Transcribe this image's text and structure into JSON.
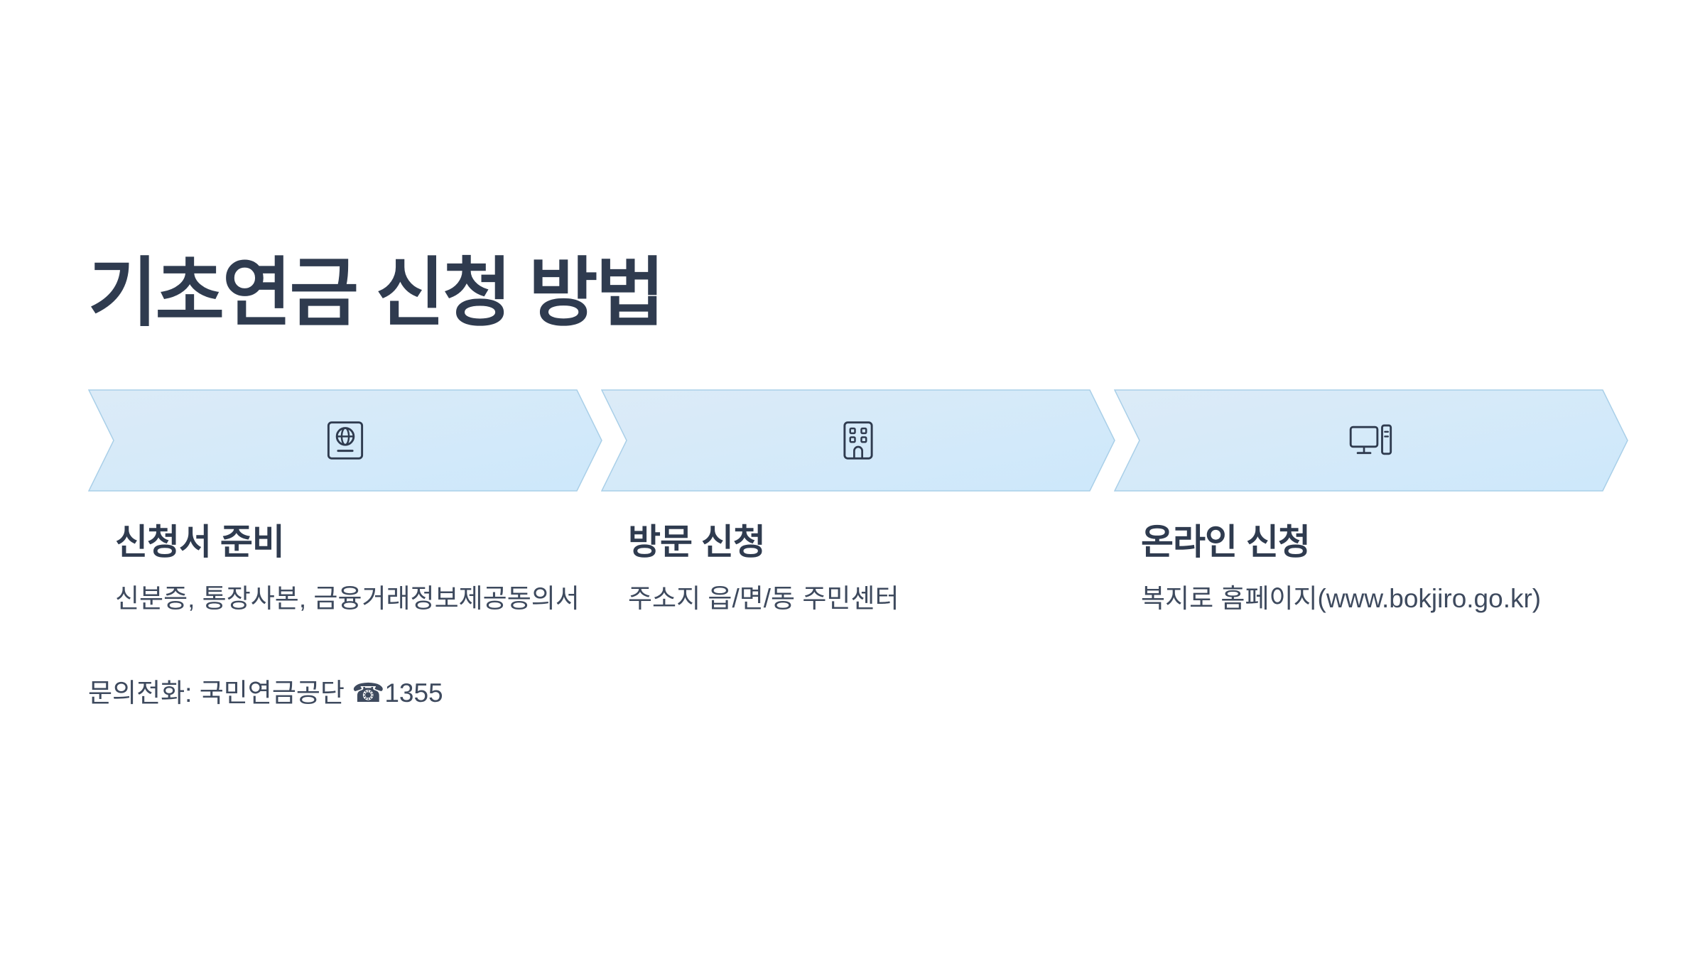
{
  "slide": {
    "title": "기초연금 신청 방법",
    "accent_color": "#d2e9f8",
    "accent_border": "#a9cfe8",
    "text_color": "#2f3b4f"
  },
  "steps": [
    {
      "icon": "passport-icon",
      "title": "신청서 준비",
      "description": "신분증, 통장사본, 금융거래정보제공동의서"
    },
    {
      "icon": "building-icon",
      "title": "방문 신청",
      "description": "주소지 읍/면/동 주민센터"
    },
    {
      "icon": "computer-icon",
      "title": "온라인 신청",
      "description": "복지로 홈페이지(www.bokjiro.go.kr)"
    }
  ],
  "contact": {
    "text": "문의전화: 국민연금공단 ☎1355"
  }
}
